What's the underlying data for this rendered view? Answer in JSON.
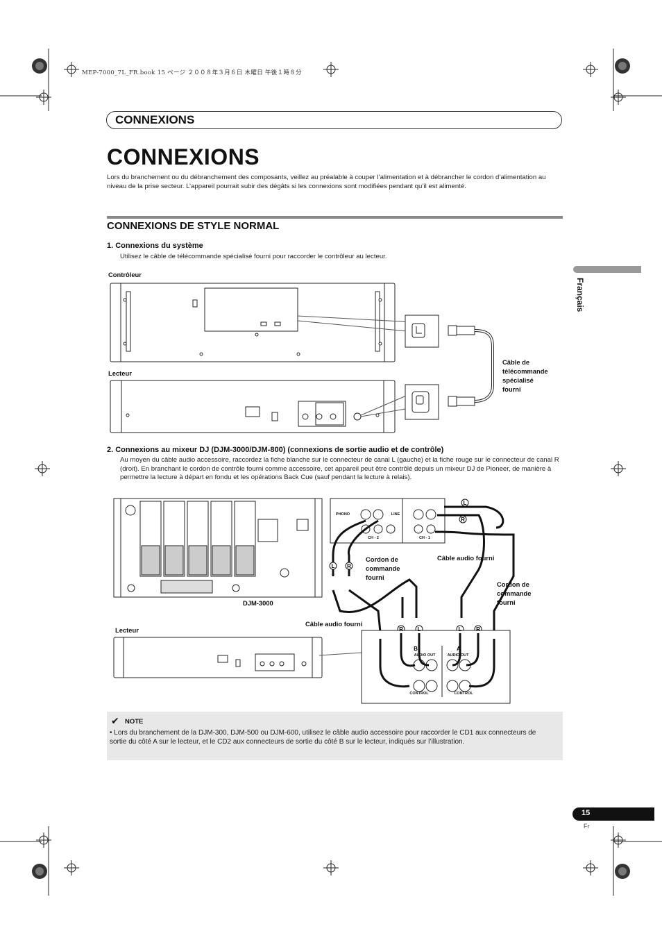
{
  "print_header": "MEP-7000_7L_FR.book  15 ページ  ２００８年３月６日  木曜日  午後１時８分",
  "section_header": "CONNEXIONS",
  "page_title": "CONNEXIONS",
  "intro": "Lors du branchement ou du débranchement des composants, veillez au préalable à couper l’alimentation et à débrancher le cordon d’alimentation au niveau de la prise secteur. L’appareil pourrait subir des dégâts si les connexions sont modifiées pendant qu’il est alimenté.",
  "subsection_title": "CONNEXIONS DE STYLE NORMAL",
  "step1": {
    "title": "1.  Connexions du système",
    "text": "Utilisez le câble de télécommande spécialisé fourni pour raccorder le contrôleur au lecteur.",
    "label_controller": "Contrôleur",
    "label_player": "Lecteur",
    "label_cable": [
      "Câble de",
      "télécommande",
      "spécialisé",
      "fourni"
    ]
  },
  "step2": {
    "title": "2.  Connexions au mixeur DJ (DJM-3000/DJM-800) (connexions de sortie audio et de contrôle)",
    "text": "Au moyen du câble audio accessoire, raccordez la fiche blanche sur le connecteur de canal L (gauche) et la fiche rouge sur le connecteur de canal R (droit). En branchant le cordon de contrôle fourni comme accessoire, cet appareil peut être contrôlé depuis un mixeur DJ de Pioneer, de manière à permettre la lecture à départ en fondu et les opérations Back Cue (sauf pendant la lecture à relais).",
    "label_cord_left": [
      "Cordon de",
      "commande",
      "fourni"
    ],
    "label_audio_top": "Câble audio fourni",
    "label_cord_right": [
      "Cordon de",
      "commande",
      "fourni"
    ],
    "label_djm": "DJM-3000",
    "label_audio_bottom": "Câble audio fourni",
    "label_player": "Lecteur",
    "jack_letters": {
      "l": "L",
      "r": "R",
      "a": "A",
      "b": "B"
    },
    "jack_text": {
      "audio_out": "AUDIO OUT",
      "control": "CONTROL",
      "phono": "PHONO",
      "line": "LINE",
      "ch1": "CH - 1",
      "ch2": "CH - 2"
    }
  },
  "note": {
    "title": "NOTE",
    "text": "•  Lors du branchement de la DJM-300, DJM-500 ou DJM-600, utilisez le câble audio accessoire pour raccorder le CD1 aux connecteurs de sortie du côté A sur le lecteur, et le CD2 aux connecteurs de sortie du côté B sur le lecteur, indiqués sur l’illustration."
  },
  "side_language": "Français",
  "page_number": "15",
  "page_lang_code": "Fr"
}
